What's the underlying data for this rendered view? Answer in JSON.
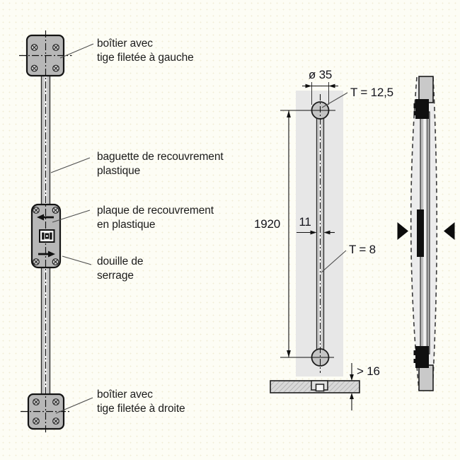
{
  "front_view": {
    "label_boitier_gauche": {
      "line1": "boîtier avec",
      "line2": "tige filetée à gauche"
    },
    "label_baguette": {
      "line1": "baguette de recouvrement",
      "line2": "plastique"
    },
    "label_plaque": {
      "line1": "plaque de recouvrement",
      "line2": "en plastique"
    },
    "label_douille": {
      "line1": "douille de",
      "line2": "serrage"
    },
    "label_boitier_droite": {
      "line1": "boîtier avec",
      "line2": "tige filetée à droite"
    }
  },
  "dimension_view": {
    "diameter": "ø 35",
    "thickness_top": "T = 12,5",
    "height": "1920",
    "rod_width": "11",
    "rod_thickness": "T = 8",
    "min_panel_thickness": "> 16"
  },
  "colors": {
    "metal_gray": "#b7b7b7",
    "panel_strip": "#e7e7e7",
    "outline": "#141414",
    "fitting_black": "#101010",
    "background": "#fdfdf5"
  }
}
